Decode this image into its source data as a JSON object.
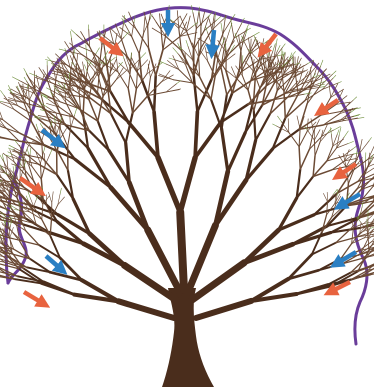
{
  "colors": {
    "background": "#ffffff",
    "outline": "#6a3d9a",
    "trunk": "#4a2d1c",
    "twig": "#6b4a34",
    "bud": "#6f8f3c",
    "arrow_orange": "#e8633f",
    "arrow_blue": "#2a7fc3"
  },
  "outline_shape": "wavy-crown-boundary",
  "trunk_type": "deciduous-tree-winter",
  "arrows": [
    {
      "id": "arrow-1",
      "color": "blue",
      "direction": "down"
    },
    {
      "id": "arrow-2",
      "color": "blue",
      "direction": "down"
    },
    {
      "id": "arrow-3",
      "color": "orange",
      "direction": "down-right"
    },
    {
      "id": "arrow-4",
      "color": "orange",
      "direction": "down-left"
    },
    {
      "id": "arrow-5",
      "color": "orange",
      "direction": "down-left"
    },
    {
      "id": "arrow-6",
      "color": "blue",
      "direction": "down-right"
    },
    {
      "id": "arrow-7",
      "color": "orange",
      "direction": "down-right"
    },
    {
      "id": "arrow-8",
      "color": "orange",
      "direction": "down-left"
    },
    {
      "id": "arrow-9",
      "color": "blue",
      "direction": "down-left"
    },
    {
      "id": "arrow-10",
      "color": "blue",
      "direction": "down-right"
    },
    {
      "id": "arrow-11",
      "color": "blue",
      "direction": "down-left"
    },
    {
      "id": "arrow-12",
      "color": "orange",
      "direction": "down-right"
    },
    {
      "id": "arrow-13",
      "color": "orange",
      "direction": "down-left"
    }
  ]
}
